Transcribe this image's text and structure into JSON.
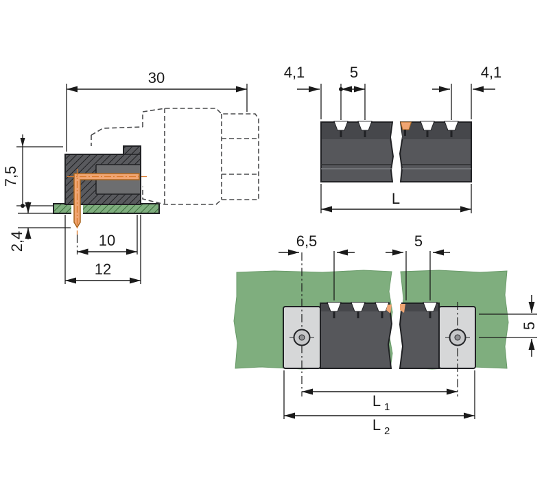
{
  "drawing": {
    "background": "#ffffff",
    "side_view": {
      "dims": {
        "total_depth": "30",
        "pin_height": "7,5",
        "pin_protrusion": "2,4",
        "pin_to_edge": "10",
        "body_width": "12"
      }
    },
    "front_view": {
      "dims": {
        "edge_to_pin_left": "4,1",
        "pitch": "5",
        "edge_to_pin_right": "4,1",
        "length": "L"
      }
    },
    "top_view": {
      "dims": {
        "screw_to_pin": "6,5",
        "pitch": "5",
        "row_spacing": "5",
        "l1_base": "L",
        "l1_sub": "1",
        "l2_base": "L",
        "l2_sub": "2"
      }
    },
    "colors": {
      "body_dark": "#56575b",
      "body_darker": "#46474b",
      "cavity_gray": "#6d6e70",
      "flange_gray": "#d6d7d8",
      "screw_gray": "#c6c7c9",
      "pcb_green": "#7fae7e",
      "pin_copper": "#f0a572",
      "line_black": "#1a1a1a"
    }
  }
}
